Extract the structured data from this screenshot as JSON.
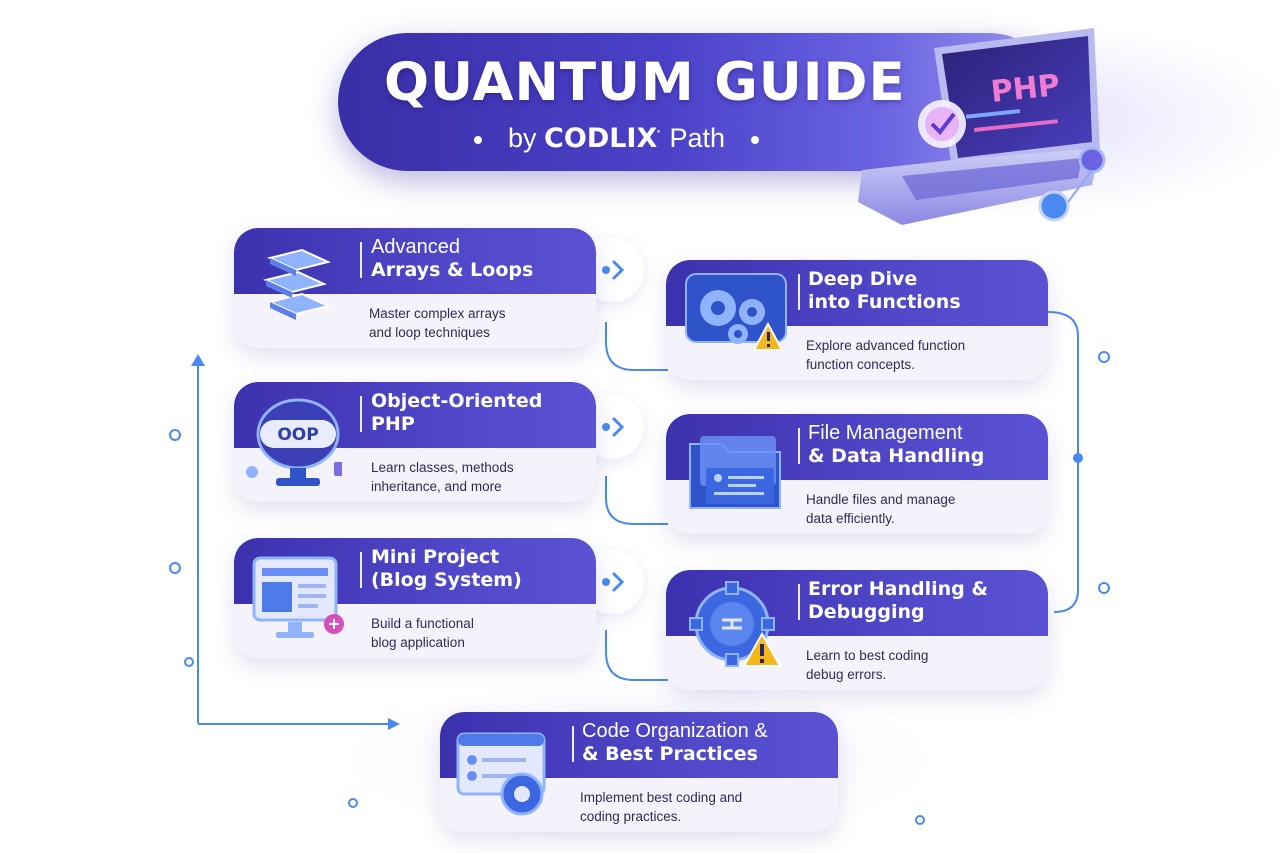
{
  "header": {
    "title": "QUANTUM GUIDE",
    "by": "by",
    "brand": "CODLIX",
    "path": "Path",
    "laptop_screen_text": "PHP"
  },
  "cards": {
    "arrays": {
      "line1": "Advanced",
      "line2": "Arrays & Loops",
      "desc1": "Master complex arrays",
      "desc2": "and loop techniques"
    },
    "functions": {
      "line1": "Deep Dive",
      "line2": "into Functions",
      "desc1": "Explore advanced function",
      "desc2": "function concepts."
    },
    "oop": {
      "line1": "Object-Oriented",
      "line2": "PHP",
      "badge": "OOP",
      "desc1": "Learn classes, methods",
      "desc2": "inheritance, and more"
    },
    "files": {
      "line1": "File Management",
      "line2": "& Data Handling",
      "desc1": "Handle files and manage",
      "desc2": "data efficiently."
    },
    "blog": {
      "line1": "Mini Project",
      "line2": "(Blog System)",
      "desc1": "Build a functional",
      "desc2": "blog application"
    },
    "errors": {
      "line1": "Error Handling &",
      "line2": "Debugging",
      "desc1": "Learn to best coding",
      "desc2": "debug errors."
    },
    "practices": {
      "line1": "Code Organization &",
      "line2": "& Best Practices",
      "desc1": "Implement best coding and",
      "desc2": "coding practices."
    }
  },
  "colors": {
    "primary": "#3c31ad",
    "accent": "#4a8af0",
    "warning": "#f4b81d",
    "card_bg": "#f4f3fc"
  }
}
